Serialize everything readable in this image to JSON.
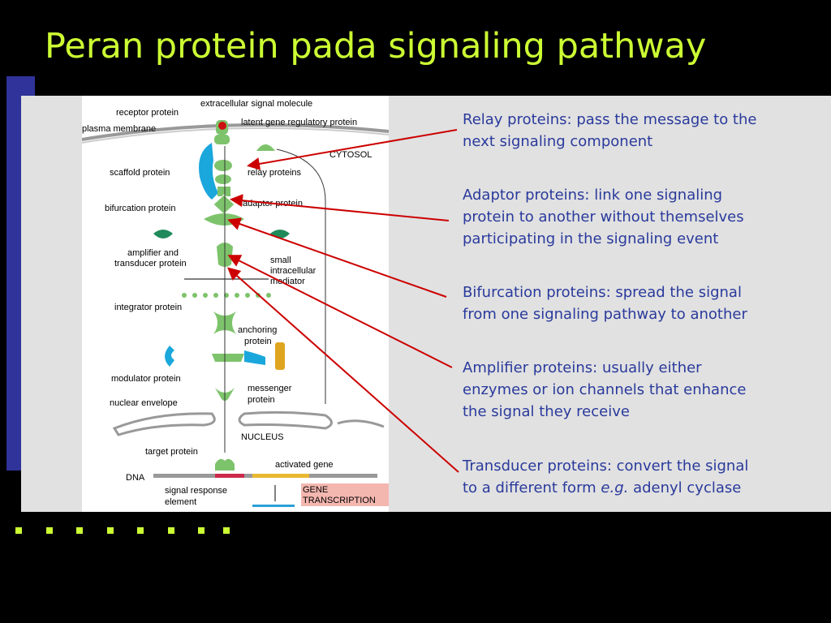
{
  "slide": {
    "title": "Peran protein pada signaling pathway"
  },
  "diagram": {
    "labels": {
      "extracellular_signal_molecule": "extracellular signal molecule",
      "receptor_protein": "receptor protein",
      "latent_gene_regulatory_protein": "latent gene regulatory protein",
      "plasma_membrane": "plasma membrane",
      "cytosol": "CYTOSOL",
      "scaffold_protein": "scaffold protein",
      "relay_proteins": "relay proteins",
      "adaptor_protein": "adaptor protein",
      "bifurcation_protein": "bifurcation protein",
      "amplifier_line1": "amplifier and",
      "amplifier_line2": "transducer protein",
      "small_line1": "small",
      "small_line2": "intracellular",
      "small_line3": "mediator",
      "integrator_protein": "integrator protein",
      "anchoring_line1": "anchoring",
      "anchoring_line2": "protein",
      "modulator_protein": "modulator protein",
      "messenger_line1": "messenger",
      "messenger_line2": "protein",
      "nuclear_envelope": "nuclear envelope",
      "nucleus": "NUCLEUS",
      "target_protein": "target protein",
      "activated_gene": "activated gene",
      "dna": "DNA",
      "signal_line1": "signal response",
      "signal_line2": "element",
      "gene_line1": "GENE",
      "gene_line2": "TRANSCRIPTION"
    }
  },
  "descriptions": [
    {
      "line1": "Relay proteins: pass the message to the",
      "line2": "next signaling component",
      "line3": ""
    },
    {
      "line1": "Adaptor proteins: link one signaling",
      "line2": "protein to another without themselves",
      "line3": "participating in the signaling event"
    },
    {
      "line1": "Bifurcation proteins: spread the signal",
      "line2": "from one signaling pathway to another",
      "line3": ""
    },
    {
      "line1": "Amplifier proteins: usually either",
      "line2": "enzymes or ion channels that enhance",
      "line3": "the signal they receive"
    },
    {
      "line1": "Transducer proteins: convert the signal",
      "line2": "to a different form ",
      "line3": ""
    }
  ],
  "transducer_example": {
    "eg": "e.g.",
    "rest": " adenyl cyclase"
  },
  "colors": {
    "title": "#ccff33",
    "text": "#2a3a9c",
    "arrow": "#cc0000",
    "protein": "#7dc36b",
    "scaffold": "#1aa7dc",
    "dark_protein": "#1f8a5a"
  }
}
